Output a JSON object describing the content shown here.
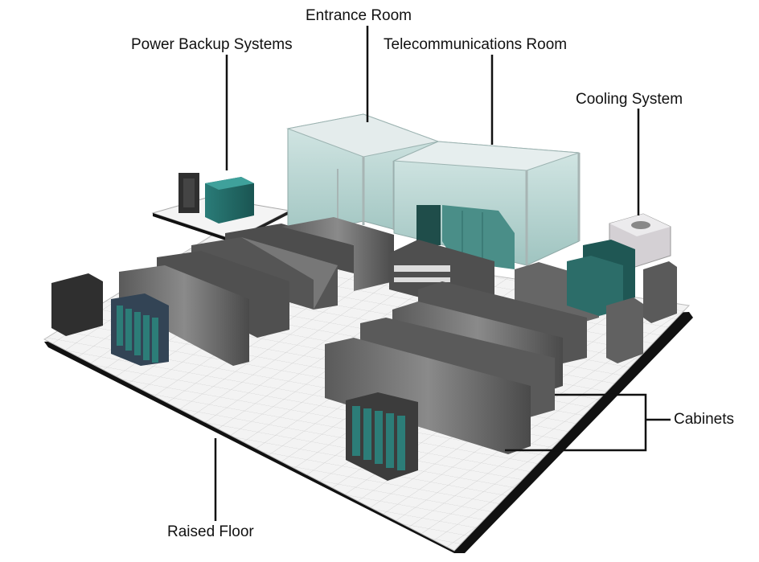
{
  "labels": {
    "entrance_room": "Entrance Room",
    "power_backup": "Power Backup Systems",
    "telecom_room": "Telecommunications Room",
    "cooling_system": "Cooling System",
    "cabinets": "Cabinets",
    "raised_floor": "Raised Floor"
  }
}
